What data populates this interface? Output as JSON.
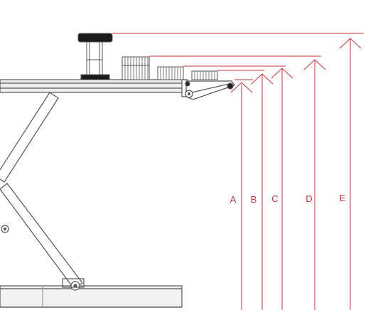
{
  "labels": {
    "a": "A",
    "b": "B",
    "c": "C",
    "d": "D",
    "e": "E"
  },
  "colors": {
    "dimension": "#c8323c",
    "structure": "#555555",
    "dark": "#1a1a1a",
    "platform_fill": "#eeeeee"
  }
}
